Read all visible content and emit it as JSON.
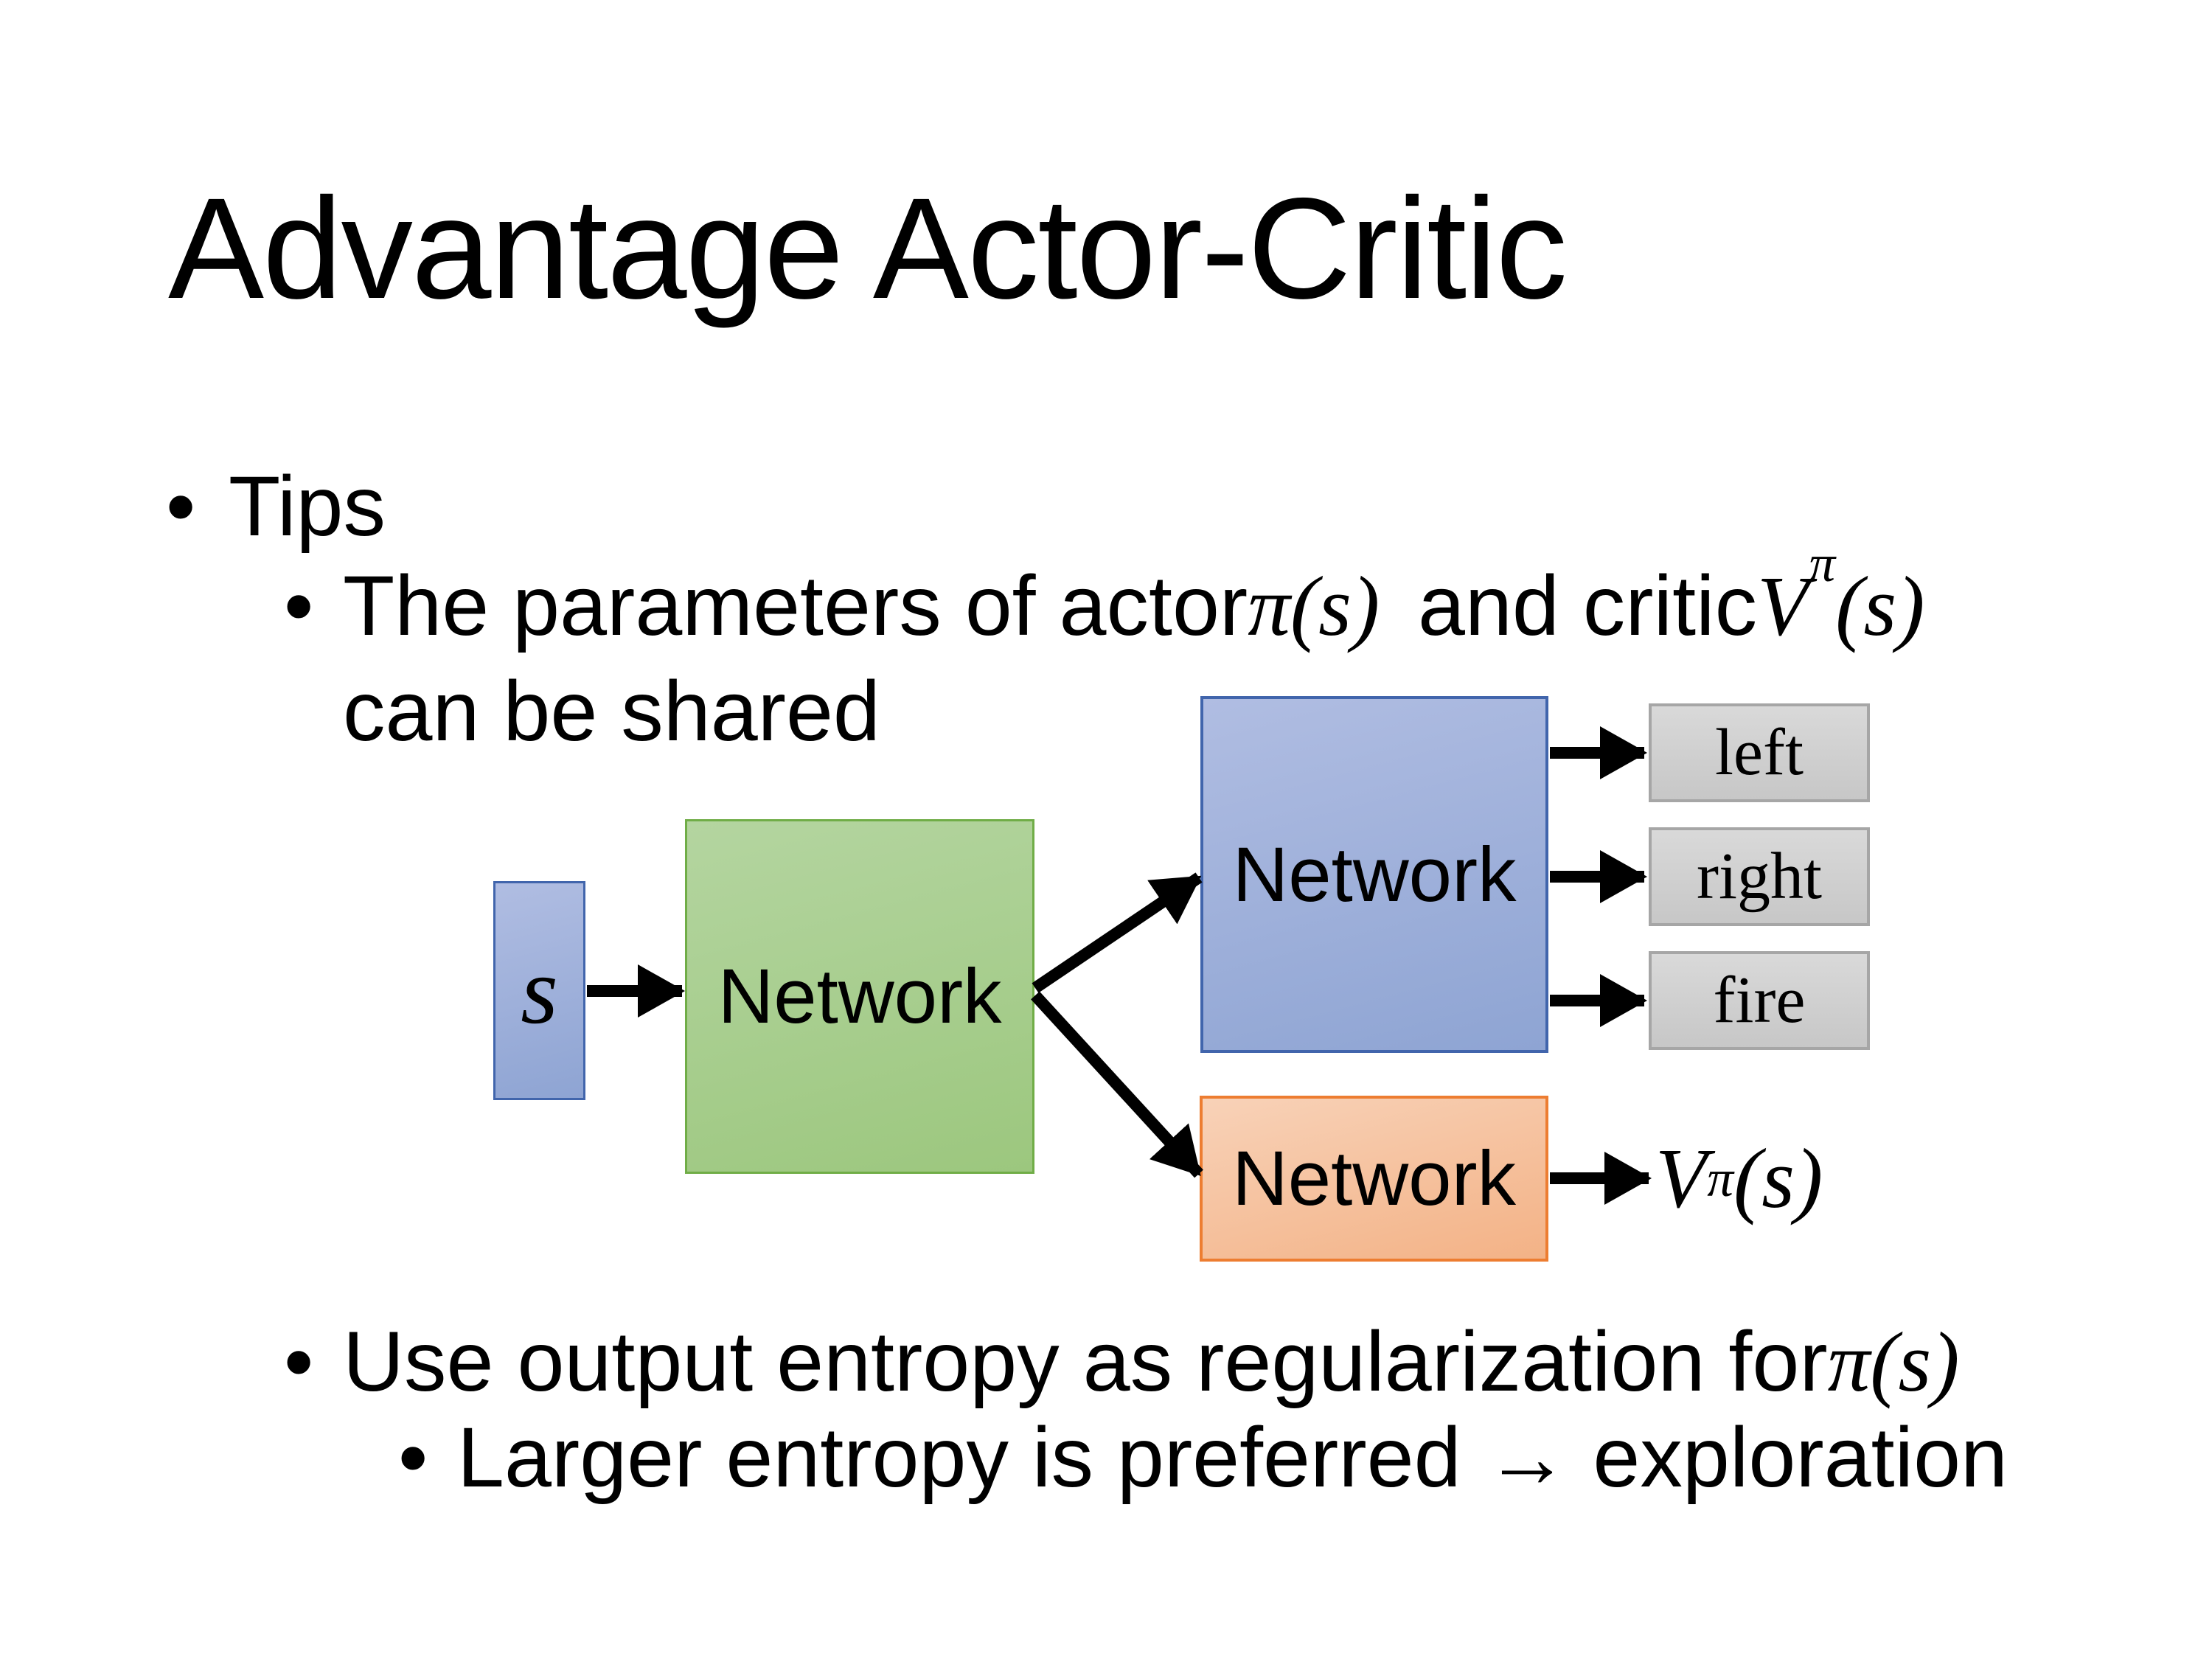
{
  "title": "Advantage Actor-Critic",
  "bullets": {
    "tips": "Tips",
    "param_prefix": "The parameters of actor ",
    "param_pi": "π(s)",
    "param_mid": "and critic ",
    "param_v": "V",
    "param_v_sup": "π",
    "param_v_arg": "(s)",
    "param_line2": "can be shared",
    "entropy_prefix": "Use output entropy as regularization for ",
    "entropy_pi": "π(s)",
    "larger": "Larger entropy is preferred → exploration"
  },
  "bullet_glyph": "•",
  "diagram": {
    "state_label": "s",
    "shared_network_label": "Network",
    "actor_network_label": "Network",
    "critic_network_label": "Network",
    "actions": [
      "left",
      "right",
      "fire"
    ],
    "value_v": "V",
    "value_sup": "π",
    "value_arg": "(s)"
  },
  "colors": {
    "text": "#000000",
    "arrow": "#000000",
    "blue_fill_top": "#b0bde2",
    "blue_fill_bottom": "#8ea4d3",
    "blue_border": "#4165ac",
    "green_fill_top": "#b4d5a0",
    "green_fill_bottom": "#9cc77e",
    "green_border": "#70ad47",
    "orange_fill_top": "#f8d2b8",
    "orange_fill_bottom": "#f3b286",
    "orange_border": "#ed7d31",
    "gray_fill_top": "#d9d9d9",
    "gray_fill_bottom": "#c7c7c7",
    "gray_border": "#a6a6a6"
  }
}
